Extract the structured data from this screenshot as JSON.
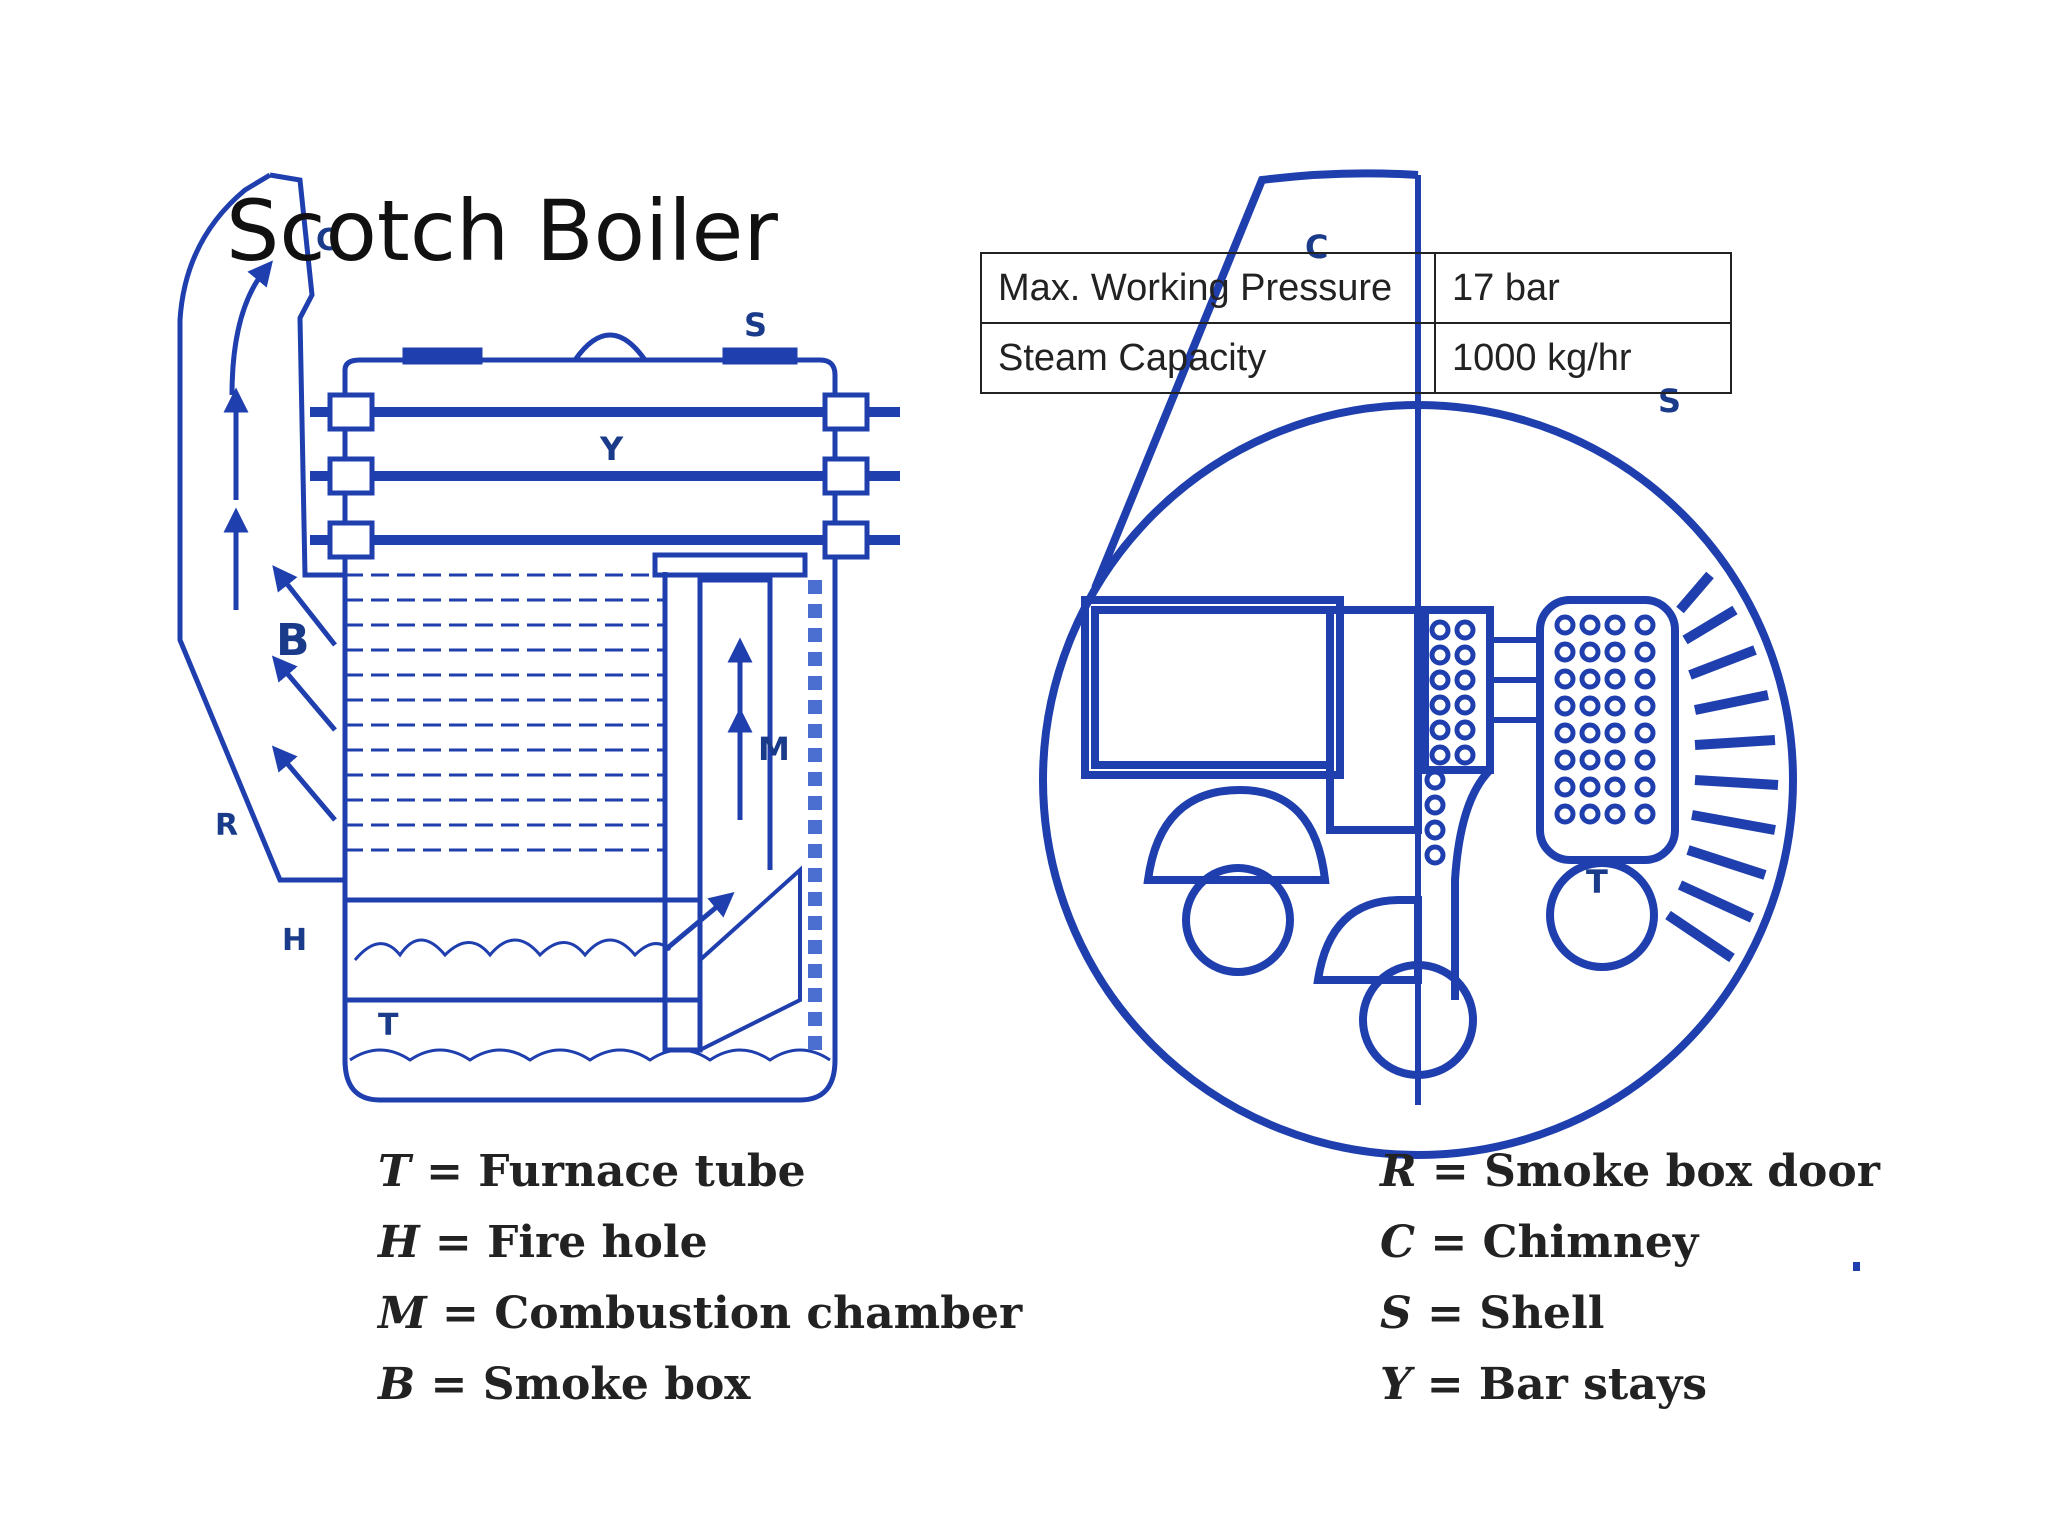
{
  "title": "Scotch Boiler",
  "colors": {
    "diagram_blue": "#1f3fae",
    "light_blue": "#4a6fd0",
    "text": "#222222"
  },
  "specs": [
    {
      "label": "Max. Working Pressure",
      "value": "17 bar"
    },
    {
      "label": "Steam Capacity",
      "value": "1000 kg/hr"
    }
  ],
  "side_view_labels": {
    "C": "C",
    "S": "S",
    "Y": "Y",
    "B": "B",
    "M": "M",
    "R": "R",
    "H": "H",
    "T": "T"
  },
  "front_view_labels": {
    "C": "C",
    "S": "S",
    "T": "T"
  },
  "legend_left": [
    {
      "symbol": "T",
      "text": "= Furnace tube"
    },
    {
      "symbol": "H",
      "text": "= Fire hole"
    },
    {
      "symbol": "M",
      "text": "= Combustion chamber"
    },
    {
      "symbol": "B",
      "text": "= Smoke box"
    }
  ],
  "legend_right": [
    {
      "symbol": "R",
      "text": "= Smoke box door"
    },
    {
      "symbol": "C",
      "text": "= Chimney"
    },
    {
      "symbol": "S",
      "text": "= Shell"
    },
    {
      "symbol": "Y",
      "text": "= Bar stays"
    }
  ]
}
